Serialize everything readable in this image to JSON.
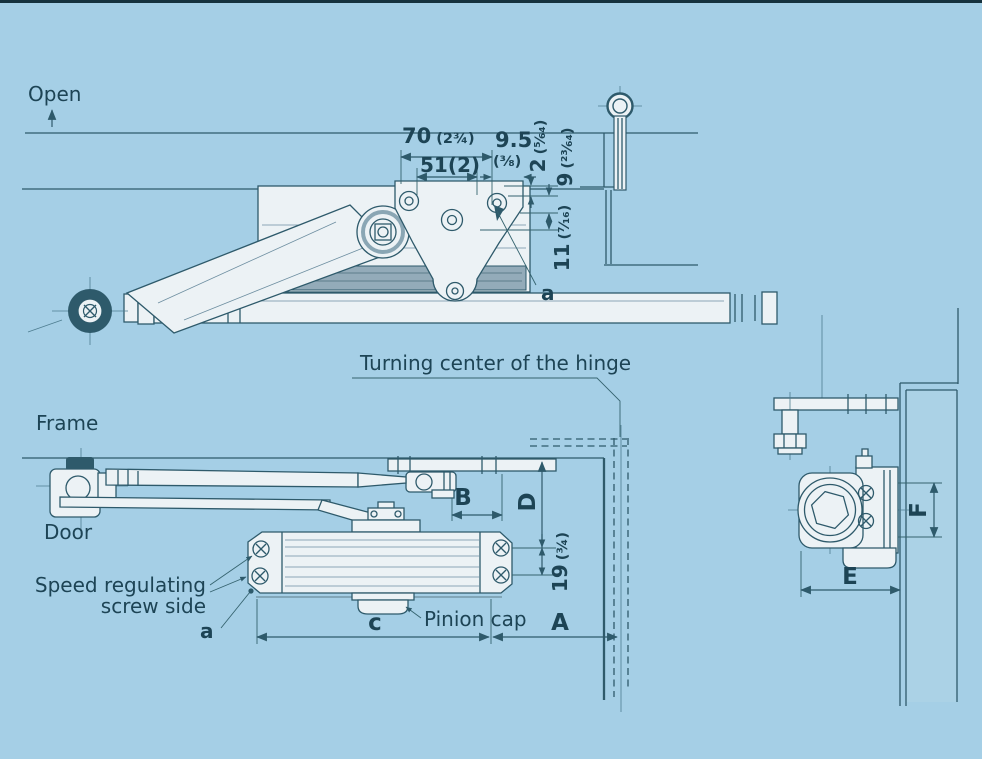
{
  "meta": {
    "description": "Door closer installation dimension diagram (top view, front view, side section)",
    "background_color": "#a5cfe6",
    "line_color": "#2e5a6b",
    "text_color": "#1d4455"
  },
  "labels": {
    "open": "Open",
    "frame": "Frame",
    "door": "Door",
    "speed_regulating_line1": "Speed regulating",
    "speed_regulating_line2": "screw side",
    "pinion_cap": "Pinion cap",
    "turning_center": "Turning center of the hinge",
    "ref_a_top": "a",
    "ref_a_front": "a"
  },
  "dimensions": {
    "top_width_mm": "70",
    "top_width_in": "(2¾)",
    "top_offset_mm": "9.5",
    "top_offset_in": "(⅜)",
    "screw_spacing": "51(2)",
    "gap_mm": "2",
    "gap_in": "(⁵⁄₆₄)",
    "reveal_mm": "9",
    "reveal_in": "(²³⁄₆₄)",
    "depth_mm": "11",
    "depth_in": "(⁷⁄₁₆)",
    "row_spacing_mm": "19",
    "row_spacing_in": "(¾)",
    "dim_A": "A",
    "dim_B": "B",
    "dim_c": "c",
    "dim_D": "D",
    "dim_E": "E",
    "dim_F": "F"
  }
}
